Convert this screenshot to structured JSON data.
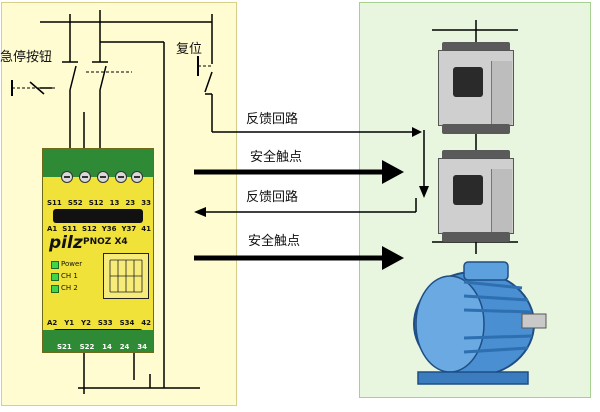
{
  "labels": {
    "emergency_stop": "急停按钮",
    "reset": "复位",
    "feedback_loop_1": "反馈回路",
    "safety_contact_1": "安全触点",
    "feedback_loop_2": "反馈回路",
    "safety_contact_2": "安全触点"
  },
  "relay": {
    "brand": "pilz",
    "model": "PNOZ X4",
    "top_terminals": [
      "S11",
      "S52",
      "S12",
      "13",
      "23",
      "33"
    ],
    "mid_terminals": [
      "A1",
      "S11",
      "S12",
      "Y36",
      "Y37",
      "41"
    ],
    "leds": [
      "Power",
      "CH 1",
      "CH 2"
    ],
    "bottom_terminals_1": [
      "A2",
      "Y1",
      "Y2",
      "S33",
      "S34",
      "42"
    ],
    "bottom_terminals_2": [
      "S21",
      "S22",
      "14",
      "24",
      "34"
    ]
  },
  "colors": {
    "left_panel": "#fffcd2",
    "right_panel": "#e8f6e0",
    "relay_body": "#f1e23a",
    "relay_caps": "#2f8a35",
    "motor": "#4a8fd1"
  }
}
